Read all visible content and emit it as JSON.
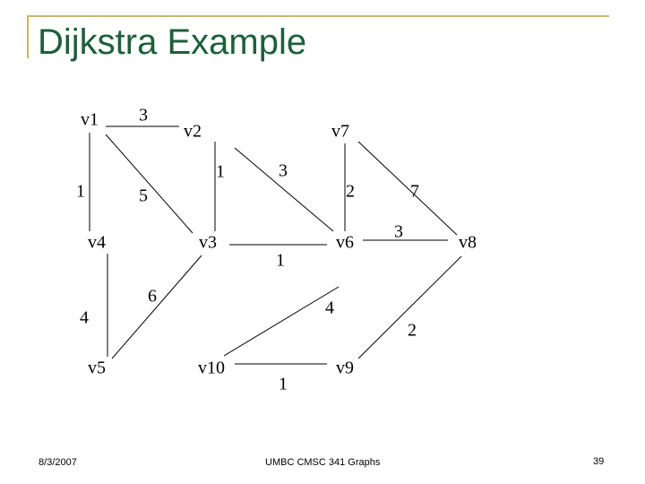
{
  "slide": {
    "title": "Dijkstra Example",
    "footer_date": "8/3/2007",
    "footer_course": "UMBC CMSC 341 Graphs",
    "page_number": "39"
  },
  "colors": {
    "title": "#1e5f3b",
    "frame": "#c9b56a",
    "ink": "#000000"
  },
  "graph": {
    "nodes": [
      "v1",
      "v2",
      "v3",
      "v4",
      "v5",
      "v6",
      "v7",
      "v8",
      "v9",
      "v10"
    ],
    "edges": [
      {
        "from": "v1",
        "to": "v2",
        "weight": "3"
      },
      {
        "from": "v1",
        "to": "v4",
        "weight": "1"
      },
      {
        "from": "v1",
        "to": "v3",
        "weight": "5"
      },
      {
        "from": "v2",
        "to": "v3",
        "weight": "1"
      },
      {
        "from": "v7",
        "to": "v6",
        "weight": "2"
      },
      {
        "from": "v7",
        "to": "v8",
        "weight": "7"
      },
      {
        "from": "v6",
        "to": "v8",
        "weight": "3"
      },
      {
        "from": "v4",
        "to": "v5",
        "weight": "4"
      },
      {
        "from": "v3",
        "to": "v5",
        "weight": "6"
      },
      {
        "from": "v10",
        "to": "v9",
        "weight": "1"
      },
      {
        "from": "v9",
        "to": "v8",
        "weight": "2"
      },
      {
        "from": "v3",
        "to": "v6",
        "weight": "1"
      },
      {
        "from": "v10",
        "to": "v6",
        "weight": "4"
      },
      {
        "from": "v2",
        "to": "v6",
        "weight": "3"
      }
    ]
  }
}
